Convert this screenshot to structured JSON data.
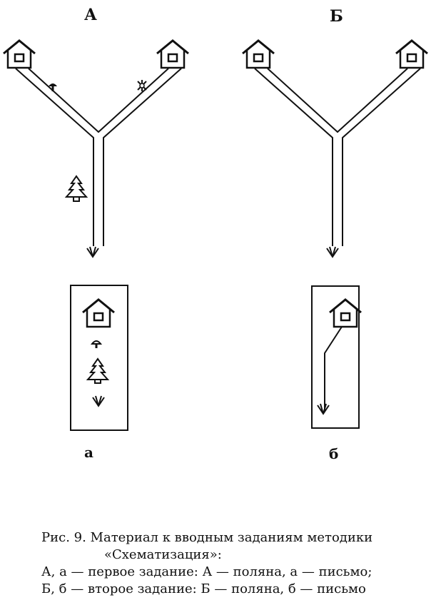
{
  "figure": {
    "panel_a_title": "А",
    "panel_b_title": "Б",
    "card_a_label": "а",
    "card_b_label": "б"
  },
  "caption": {
    "line1": "Рис. 9.   Материал к вводным заданиям методики",
    "line2": "«Схематизация»:",
    "line3": "А, а — первое задание: А — поляна, а — письмо;",
    "line4": "Б, б — второе задание: Б — поляна, б — письмо"
  },
  "icons": {
    "house": "house-icon",
    "mushroom": "mushroom-icon",
    "tree": "fir-tree-icon",
    "grass": "grass-icon",
    "flower": "flower-icon"
  }
}
